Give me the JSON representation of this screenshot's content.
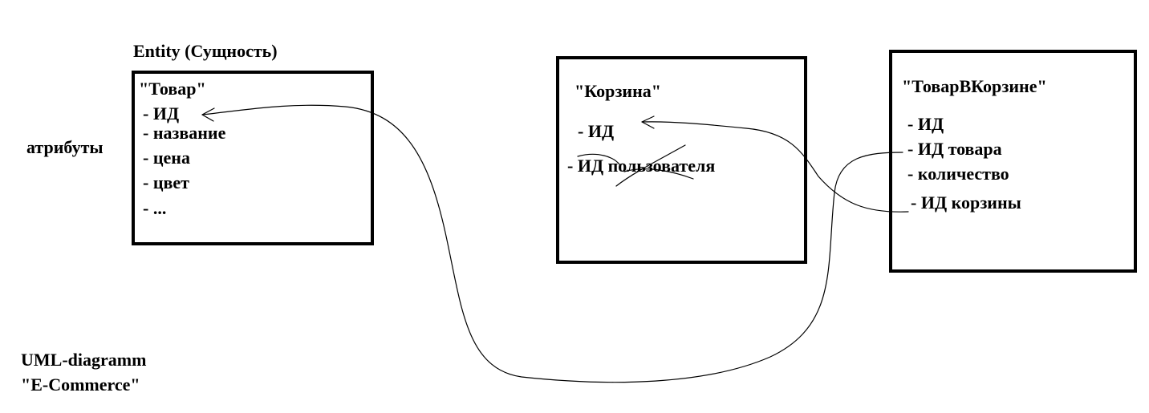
{
  "entity_caption": "Entity (Сущность)",
  "attributes_label": "атрибуты",
  "footer": {
    "line1": "UML-diagramm",
    "line2": "\"E-Commerce\""
  },
  "entities": {
    "product": {
      "title": "\"Товар\"",
      "attrs": [
        "- ИД",
        "- название",
        "- цена",
        "- цвет",
        "- ..."
      ]
    },
    "cart": {
      "title": "\"Корзина\"",
      "attrs": [
        "- ИД",
        "- ИД пользователя"
      ]
    },
    "cart_item": {
      "title": "\"ТоварВКорзине\"",
      "attrs": [
        "- ИД",
        "- ИД товара",
        "- количество",
        "- ИД корзины"
      ]
    }
  },
  "colors": {
    "ink": "#000000",
    "background": "#ffffff"
  }
}
